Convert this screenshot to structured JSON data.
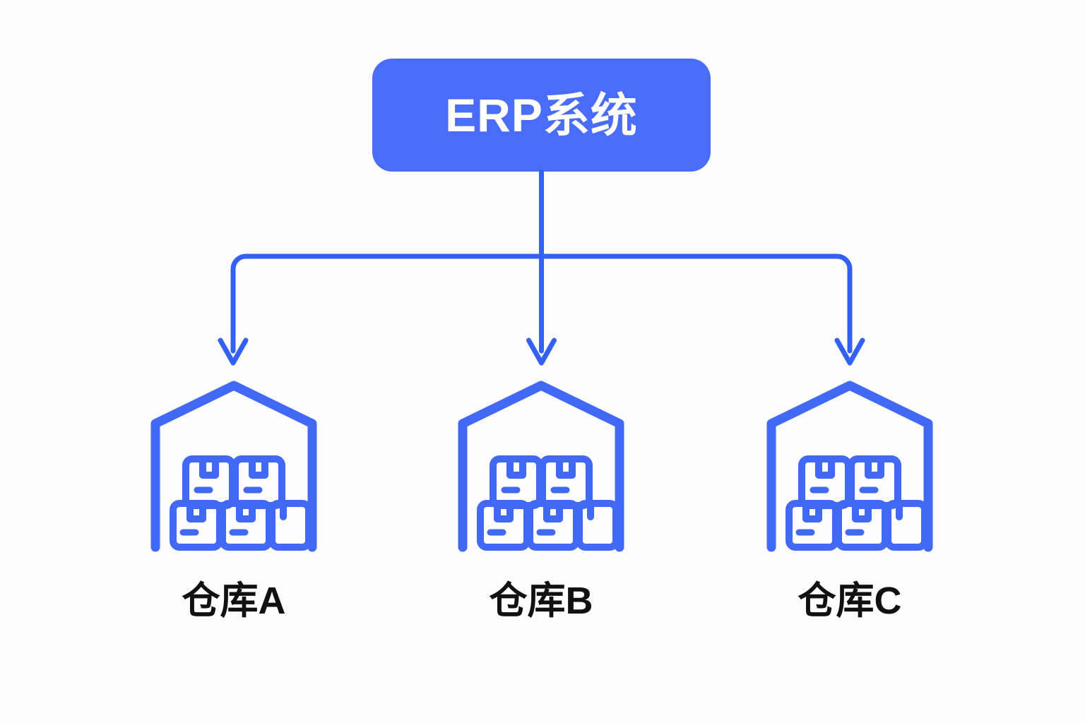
{
  "diagram": {
    "type": "hierarchy-tree",
    "orientation": "top-down",
    "background_color": "#fdfdfd",
    "accent_blue": "#4a6cfb",
    "line_blue": "#3360f5",
    "icon_blue": "#4169f5",
    "label_color": "#111111",
    "root": {
      "id": "erp",
      "label": "ERP系统",
      "shape": "rounded-rectangle",
      "fill": "#4a6cfb",
      "text_color": "#ffffff"
    },
    "children": [
      {
        "id": "warehouse-a",
        "label": "仓库A",
        "icon": "warehouse-boxes-icon",
        "icon_color": "#4169f5"
      },
      {
        "id": "warehouse-b",
        "label": "仓库B",
        "icon": "warehouse-boxes-icon",
        "icon_color": "#4169f5"
      },
      {
        "id": "warehouse-c",
        "label": "仓库C",
        "icon": "warehouse-boxes-icon",
        "icon_color": "#4169f5"
      }
    ],
    "connectors": {
      "style": "orthogonal-rounded",
      "arrowhead": "chevron-down",
      "count": 3,
      "stroke_color": "#3360f5",
      "stroke_width": 7
    }
  }
}
